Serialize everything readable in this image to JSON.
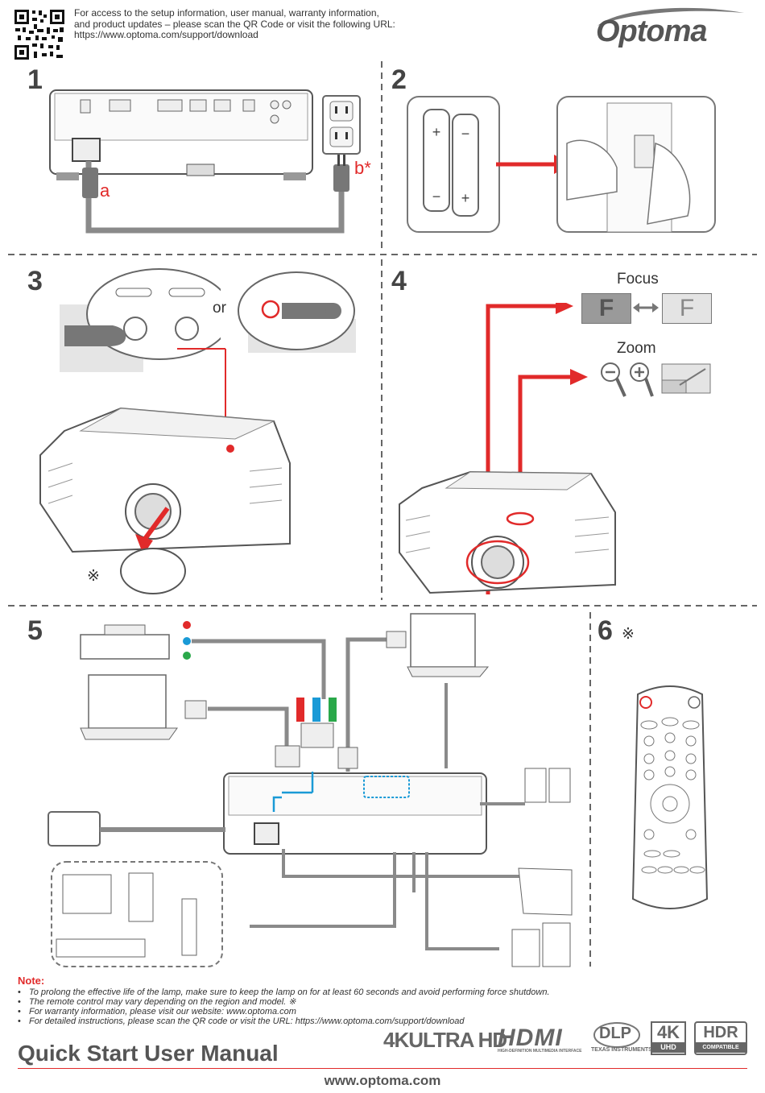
{
  "intro_text": "For access to the setup information, user manual, warranty information, and product updates – please scan the QR Code or visit the following URL: https://www.optoma.com/support/download",
  "brand": "Optoma",
  "steps": {
    "s1": "1",
    "s2": "2",
    "s3": "3",
    "s4": "4",
    "s5": "5",
    "s6": "6"
  },
  "step1": {
    "a_label": "a",
    "b_label": "b*"
  },
  "step3": {
    "or_label": "or",
    "mark": "※"
  },
  "step4": {
    "focus_label": "Focus",
    "zoom_label": "Zoom",
    "focus_letter": "F"
  },
  "step6": {
    "mark": "※"
  },
  "note": {
    "title": "Note:",
    "items": [
      "To prolong the effective life of the lamp, make sure to keep the lamp on for at least 60 seconds and avoid performing force shutdown.",
      "The remote control may vary depending on the region and model. ※",
      "For warranty information, please visit our website: www.optoma.com",
      "For detailed instructions, please scan the QR code or visit the URL: https://www.optoma.com/support/download"
    ]
  },
  "logos": {
    "uhd": "4KULTRA HD",
    "hdmi": "HDMI",
    "hdmi_sub": "HIGH-DEFINITION MULTIMEDIA INTERFACE",
    "dlp": "DLP",
    "dlp_sub": "TEXAS INSTRUMENTS",
    "k4": "4K",
    "k4_sub": "UHD",
    "hdr": "HDR",
    "hdr_sub": "COMPATIBLE"
  },
  "title": "Quick Start User Manual",
  "website": "www.optoma.com",
  "colors": {
    "accent_red": "#e12a2a",
    "cable_grey": "#8a8a8a",
    "blue": "#1a9ad6"
  }
}
